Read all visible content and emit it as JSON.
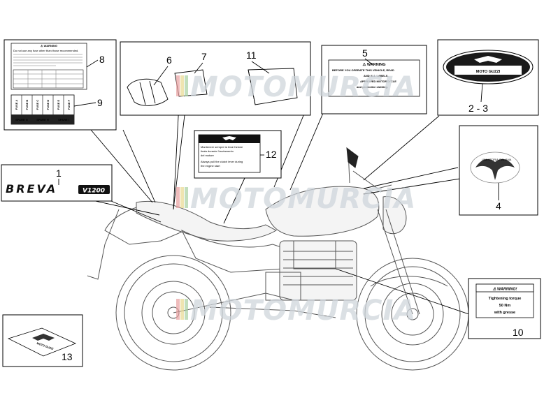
{
  "watermark": "MOTOMURCIA",
  "callouts": {
    "c1": "1",
    "c23": "2 - 3",
    "c4": "4",
    "c5": "5",
    "c6": "6",
    "c7": "7",
    "c8": "8",
    "c9": "9",
    "c10": "10",
    "c11": "11",
    "c12": "12",
    "c13": "13"
  },
  "decals": {
    "warning_header": "⚠ WARNING",
    "warning_header_caps": "⚠ WARNING!",
    "label5_lines": [
      "BEFORE YOU OPERATE THIS VEHICLE, READ",
      "AND ALL LABELS.",
      "APPROVED MOTORCYCLE",
      "and protective clothing."
    ],
    "label8_note": "Do not use any fuse other than those recommended.",
    "fuses": [
      "FUSE A",
      "FUSE B",
      "FUSE C",
      "FUSE D",
      "FUSE E",
      "FUSE F"
    ],
    "spares": [
      "SPARE G",
      "SPARE H",
      "SPARE I"
    ],
    "logo_text": "MOTO GUZZI",
    "eagle_text": "UNA STORIA ITALIANA",
    "model_text": "BREVA",
    "model_suffix": "V1200",
    "label12_lines": [
      "Mantenere sempre la leva frizione",
      "tirata durante l'avviamento",
      "del motore",
      "Always pull the clutch lever during",
      "the engine start"
    ],
    "label10_lines": [
      "Tightening torque",
      "50 Nm",
      "with gresse"
    ],
    "mat_text": "MOTO GUZZI"
  }
}
